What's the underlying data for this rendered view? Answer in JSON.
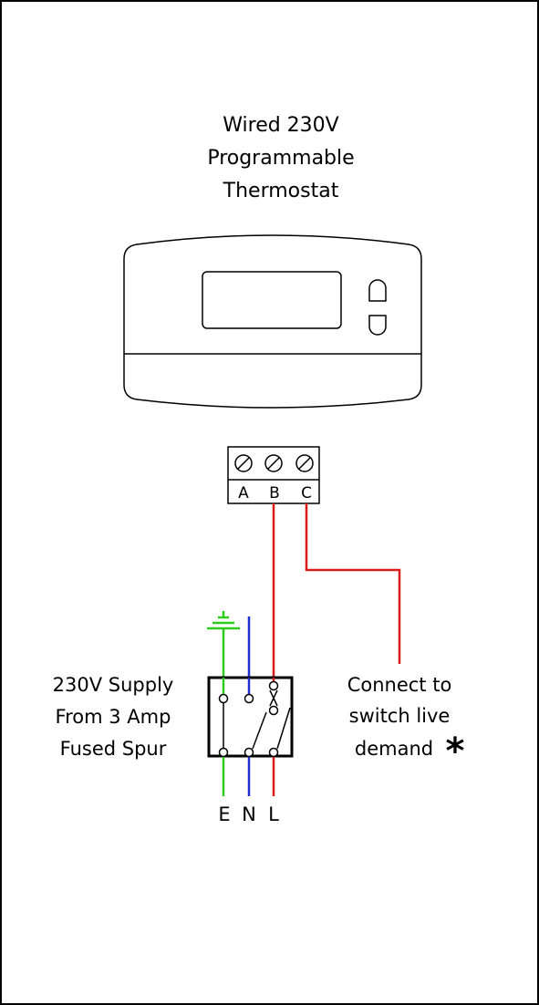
{
  "title": {
    "line1": "Wired 230V",
    "line2": "Programmable",
    "line3": "Thermostat"
  },
  "terminals": [
    "A",
    "B",
    "C"
  ],
  "supply": {
    "line1": "230V Supply",
    "line2": "From 3 Amp",
    "line3": "Fused Spur"
  },
  "switched_live": {
    "line1": "Connect to",
    "line2": "switch live",
    "line3": "demand",
    "marker": "*"
  },
  "conductors": [
    "E",
    "N",
    "L"
  ],
  "colors": {
    "earth": "#2ecc1a",
    "neutral": "#1f2fd6",
    "live": "#d81b1b",
    "outline": "#000000",
    "background": "#ffffff"
  }
}
